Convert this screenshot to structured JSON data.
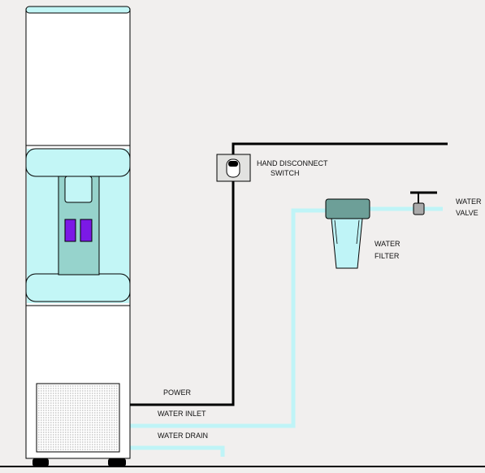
{
  "labels": {
    "hand_disconnect_line1": "HAND DISCONNECT",
    "hand_disconnect_line2": "SWITCH",
    "water_valve_line1": "WATER",
    "water_valve_line2": "VALVE",
    "water_filter_line1": "WATER",
    "water_filter_line2": "FILTER",
    "power": "POWER",
    "water_inlet": "WATER INLET",
    "water_drain": "WATER DRAIN"
  },
  "colors": {
    "background": "#f1efee",
    "water_line": "#bff4f7",
    "cooler_accent": "#c3f6f6",
    "dispenser_panel": "#96d3cc",
    "dispenser_buttons": "#7b19e6",
    "filter_head": "#6d9f98",
    "power_line": "#000000"
  },
  "icons": {
    "switch": "hand-disconnect-switch-icon",
    "valve": "water-valve-icon",
    "filter": "water-filter-icon",
    "cooler": "water-cooler-icon"
  }
}
